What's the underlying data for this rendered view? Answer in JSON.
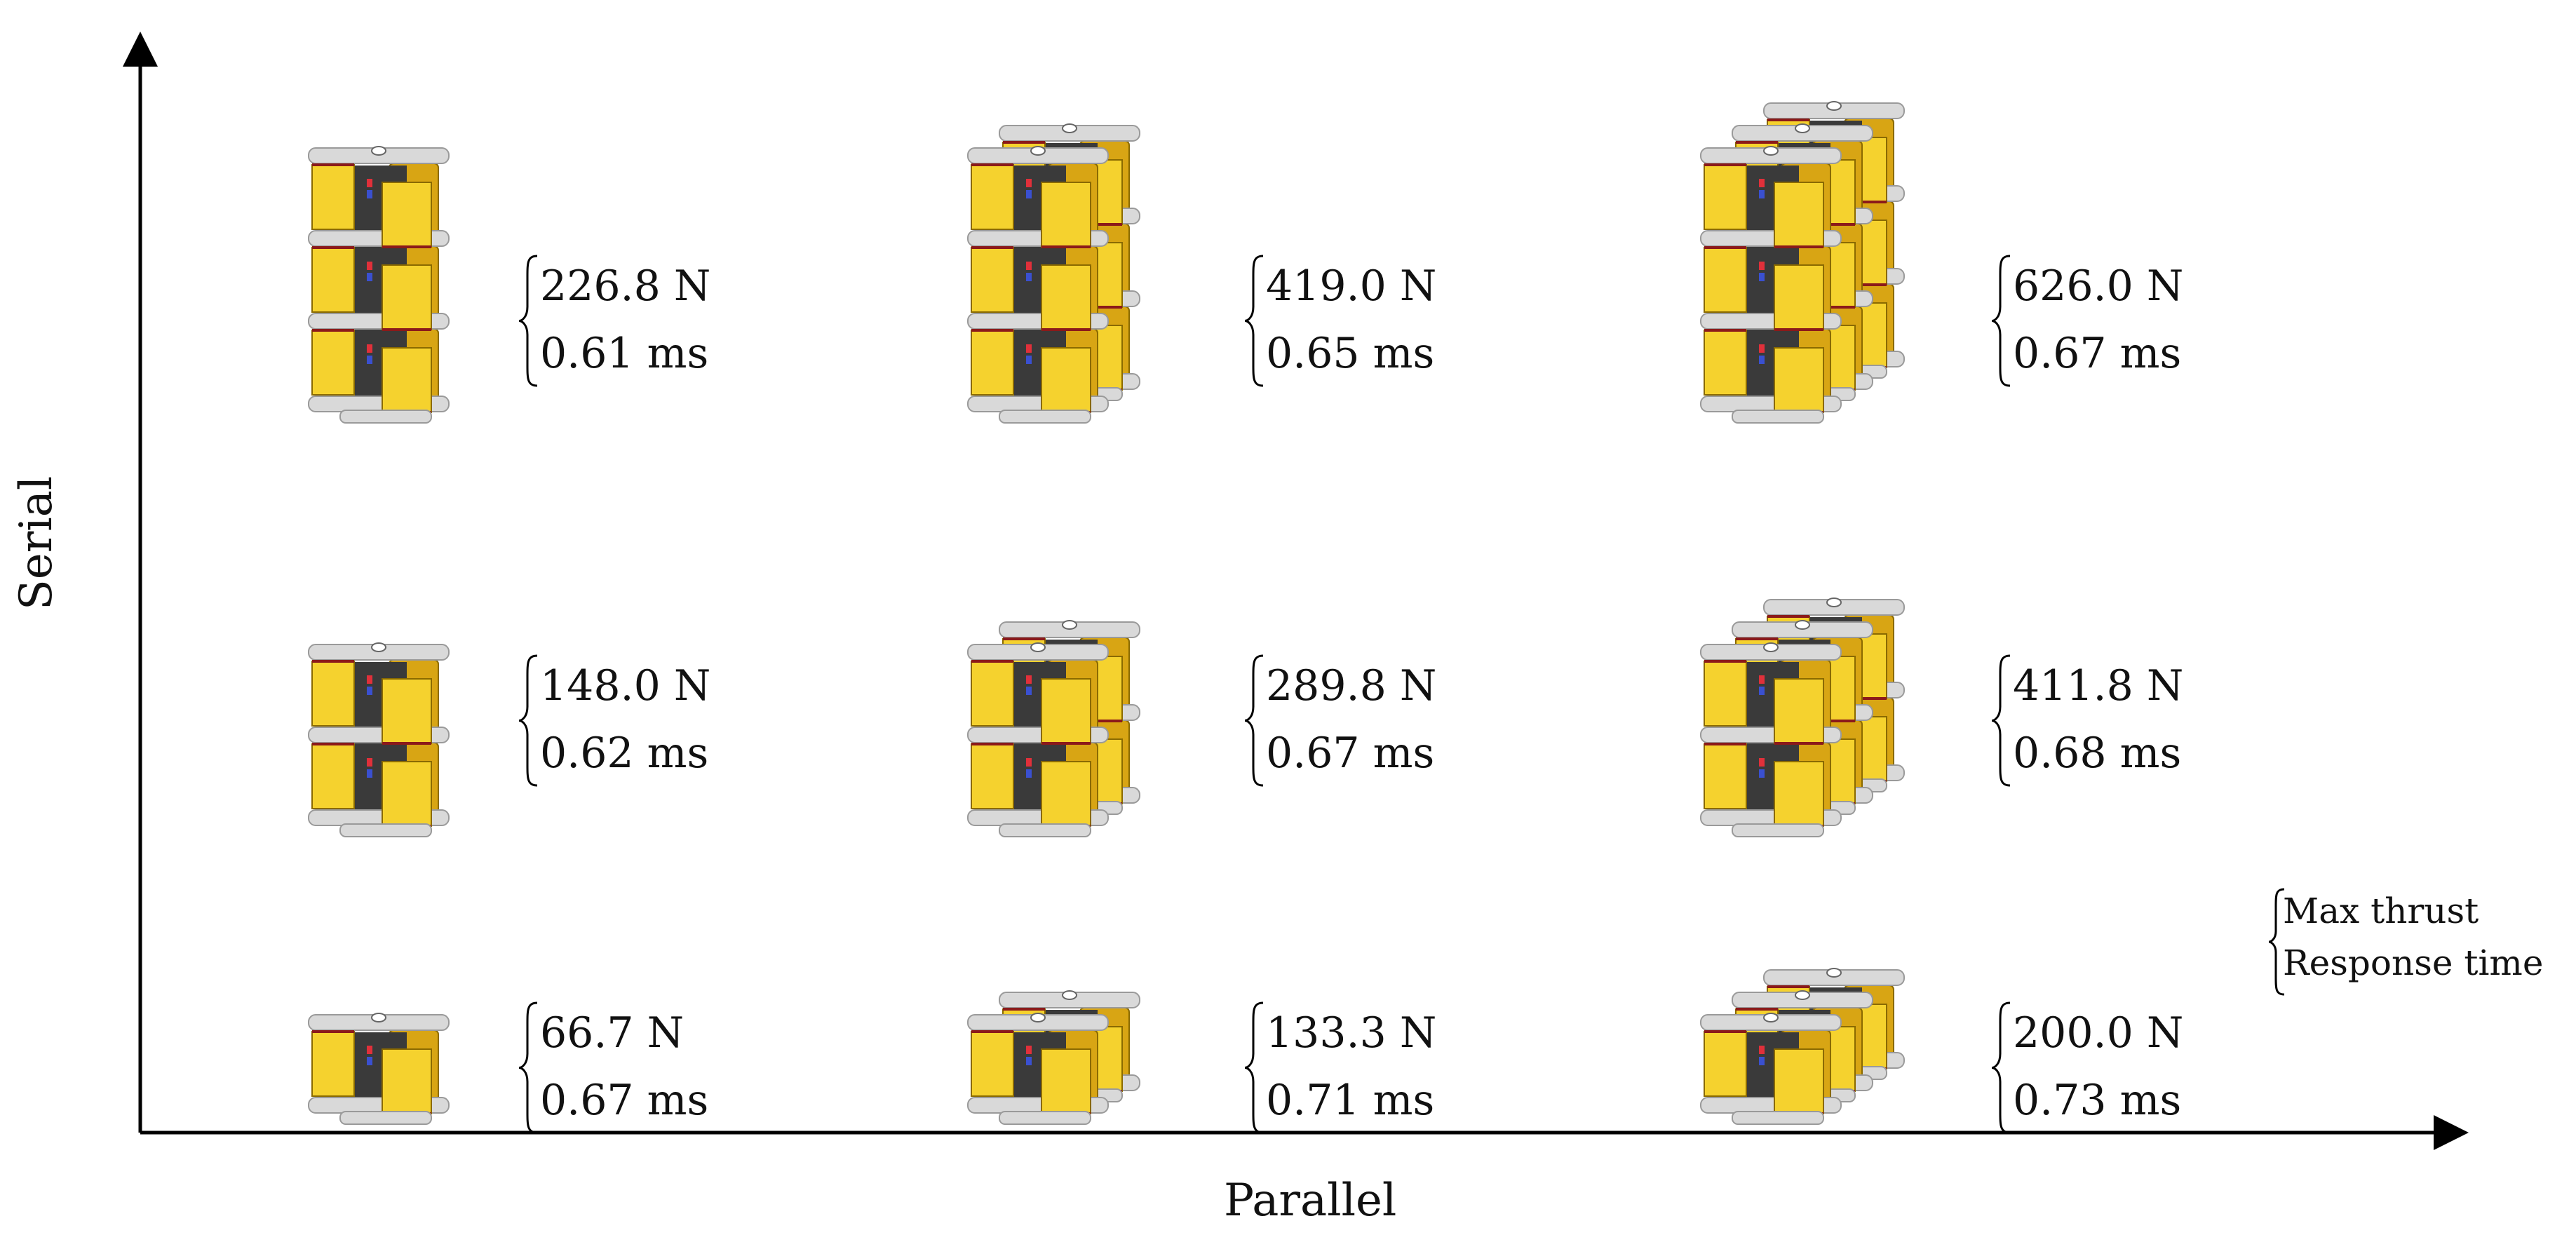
{
  "axes": {
    "x_label": "Parallel",
    "y_label": "Serial"
  },
  "legend": {
    "line1": "Max thrust",
    "line2": "Response time"
  },
  "cells": [
    {
      "row": 0,
      "col": 0,
      "serial": 3,
      "parallel": 1,
      "thrust": "226.8 N",
      "time": "0.61 ms"
    },
    {
      "row": 0,
      "col": 1,
      "serial": 3,
      "parallel": 2,
      "thrust": "419.0 N",
      "time": "0.65 ms"
    },
    {
      "row": 0,
      "col": 2,
      "serial": 3,
      "parallel": 3,
      "thrust": "626.0 N",
      "time": "0.67 ms"
    },
    {
      "row": 1,
      "col": 0,
      "serial": 2,
      "parallel": 1,
      "thrust": "148.0 N",
      "time": "0.62 ms"
    },
    {
      "row": 1,
      "col": 1,
      "serial": 2,
      "parallel": 2,
      "thrust": "289.8 N",
      "time": "0.67 ms"
    },
    {
      "row": 1,
      "col": 2,
      "serial": 2,
      "parallel": 3,
      "thrust": "411.8 N",
      "time": "0.68 ms"
    },
    {
      "row": 2,
      "col": 0,
      "serial": 1,
      "parallel": 1,
      "thrust": "66.7 N",
      "time": "0.67 ms"
    },
    {
      "row": 2,
      "col": 1,
      "serial": 1,
      "parallel": 2,
      "thrust": "133.3 N",
      "time": "0.71 ms"
    },
    {
      "row": 2,
      "col": 2,
      "serial": 1,
      "parallel": 3,
      "thrust": "200.0 N",
      "time": "0.73 ms"
    }
  ],
  "colors": {
    "panel": "#f5d22e",
    "panel_dark": "#d8a514",
    "panel_edge": "#8a6a00",
    "frame": "#d9d9d9",
    "frame_dark": "#9a9a9a",
    "core": "#3a3a3a",
    "band": "#8b1a1a",
    "accent_red": "#e0303a",
    "accent_blue": "#3a50d0"
  }
}
